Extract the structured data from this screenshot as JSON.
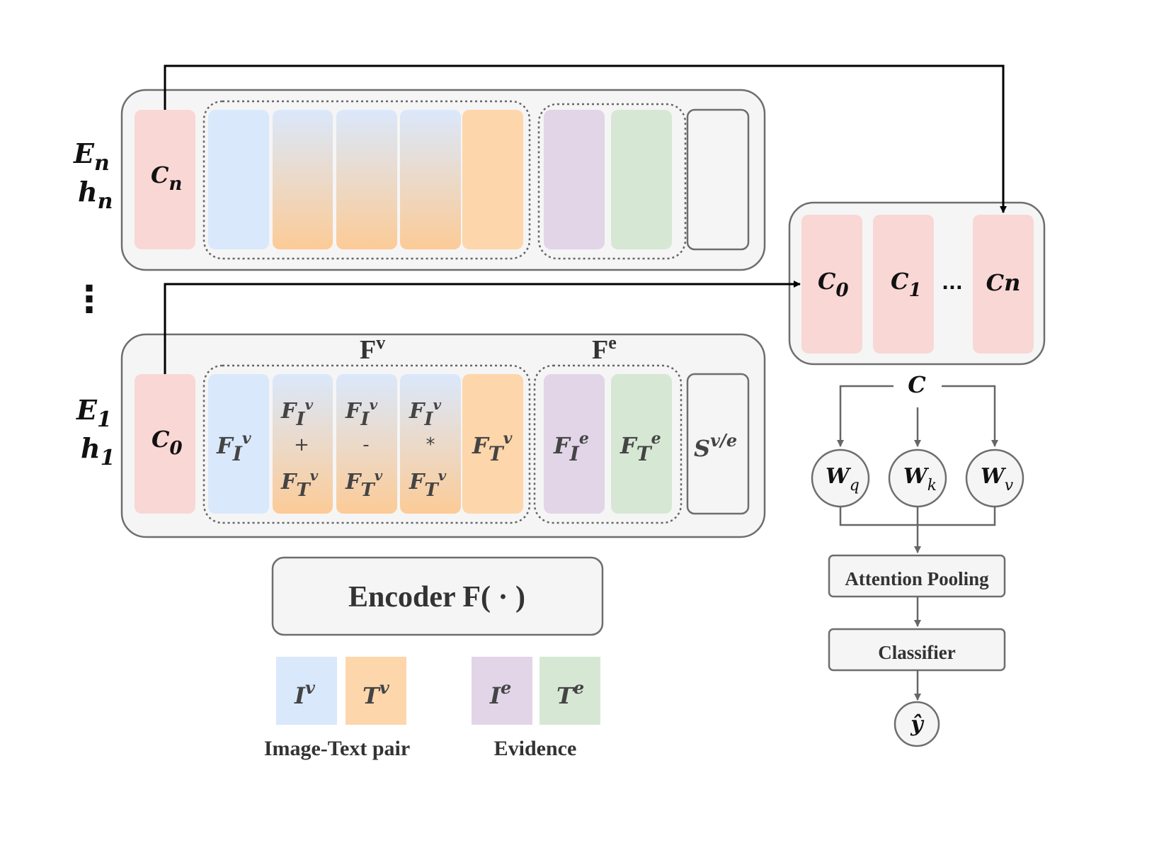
{
  "colors": {
    "pink": "#f8d7d5",
    "blue": "#dae8fb",
    "orange": "#fdd6ab",
    "purple": "#e2d5e8",
    "green": "#d6e8d4",
    "panel": "#f5f5f5",
    "stroke": "#6e6e6e"
  },
  "side": {
    "En": "E",
    "En_sub": "n",
    "hn": "h",
    "hn_sub": "n",
    "dots": "⋮",
    "E1": "E",
    "E1_sub": "1",
    "h1": "h",
    "h1_sub": "1"
  },
  "top": {
    "cn": "C",
    "cn_sub": "n"
  },
  "bottom": {
    "fv": "F",
    "fv_sup": "v",
    "fe": "F",
    "fe_sup": "e",
    "c0": "C",
    "c0_sub": "0",
    "fiv": {
      "F": "F",
      "sub": "I",
      "sup": "v"
    },
    "col2": {
      "op": "+"
    },
    "col3": {
      "op": "-"
    },
    "col4": {
      "op": "*"
    },
    "ftv": {
      "F": "F",
      "sub": "T",
      "sup": "v"
    },
    "fie": {
      "F": "F",
      "sub": "I",
      "sup": "e"
    },
    "fte": {
      "F": "F",
      "sub": "T",
      "sup": "e"
    },
    "s": "S",
    "s_sup": "v/e"
  },
  "encoder": "Encoder F( · )",
  "legend": {
    "iv": "I",
    "iv_sup": "v",
    "tv": "T",
    "tv_sup": "v",
    "ie": "I",
    "ie_sup": "e",
    "te": "T",
    "te_sup": "e",
    "pair_label": "Image-Text pair",
    "evidence_label": "Evidence"
  },
  "cls": {
    "c0": "C",
    "c0_sub": "0",
    "c1": "C",
    "c1_sub": "1",
    "ellipsis": "...",
    "cn": "Cn",
    "c_label": "C",
    "wq": "W",
    "wq_sub": "q",
    "wk": "W",
    "wk_sub": "k",
    "wv": "W",
    "wv_sub": "v",
    "attention": "Attention Pooling",
    "classifier": "Classifier",
    "yhat": "ŷ"
  }
}
